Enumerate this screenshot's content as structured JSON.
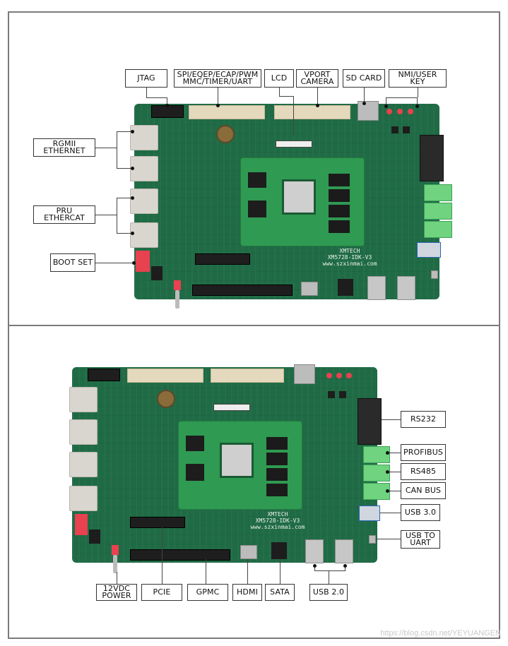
{
  "top_panel": {
    "labels": {
      "jtag": "JTAG",
      "spi_line1": "SPI/EQEP/ECAP/PWM",
      "spi_line2": "MMC/TIMER/UART",
      "lcd": "LCD",
      "vport_line1": "VPORT",
      "vport_line2": "CAMERA",
      "sd_card": "SD CARD",
      "nmi_line1": "NMI/USER",
      "nmi_line2": "KEY",
      "rgmii_line1": "RGMII",
      "rgmii_line2": "ETHERNET",
      "pru_line1": "PRU",
      "pru_line2": "ETHERCAT",
      "boot_set": "BOOT SET"
    },
    "board_silkscreen": {
      "brand": "XMTECH",
      "model": "XM5728-IDK-V3",
      "website": "www.szxinmai.com"
    }
  },
  "bottom_panel": {
    "labels": {
      "rs232": "RS232",
      "profibus": "PROFIBUS",
      "rs485": "RS485",
      "can_bus": "CAN BUS",
      "usb30": "USB 3.0",
      "usb_uart_line1": "USB TO",
      "usb_uart_line2": "UART",
      "power_line1": "12VDC",
      "power_line2": "POWER",
      "pcie": "PCIE",
      "gpmc": "GPMC",
      "hdmi": "HDMI",
      "sata": "SATA",
      "usb20": "USB 2.0"
    },
    "board_silkscreen": {
      "brand": "XMTECH",
      "model": "XM5728-IDK-V3",
      "website": "www.szxinmai.com"
    }
  },
  "watermark": "https://blog.csdn.net/YEYUANGEN",
  "colors": {
    "pcb": "#1f6b45",
    "som": "#2f9a52",
    "frame": "#7a7a7a",
    "terminal": "#6fd37f",
    "switch_red": "#e8414f"
  }
}
